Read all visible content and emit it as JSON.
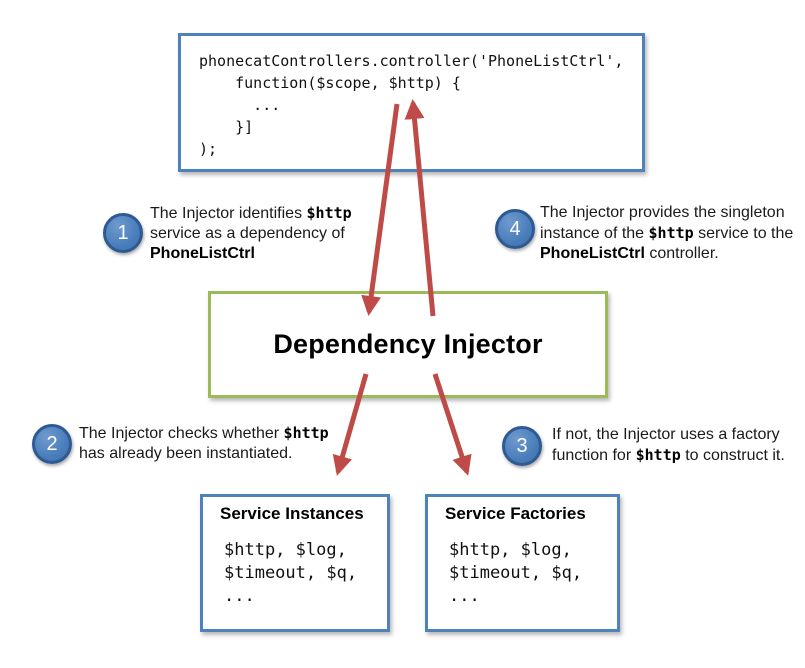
{
  "colors": {
    "box_border_blue": "#4f81bd",
    "box_border_green": "#9bbb59",
    "arrow_red": "#be4b48",
    "badge_fill": "#4a7ebb",
    "badge_border": "#2e5a94",
    "badge_text": "#ffffff"
  },
  "code_box": {
    "lines": [
      "phonecatControllers.controller('PhoneListCtrl',",
      "    function($scope, $http) {",
      "      ...",
      "    }]",
      ");"
    ]
  },
  "injector_box": {
    "title": "Dependency Injector"
  },
  "annotations": [
    {
      "number": "1",
      "lines": [
        [
          {
            "t": "The Injector identifies "
          },
          {
            "t": "$http",
            "b": 1,
            "m": 1
          }
        ],
        [
          {
            "t": "service as a dependency of"
          }
        ],
        [
          {
            "t": "PhoneListCtrl",
            "b": 1
          }
        ]
      ]
    },
    {
      "number": "2",
      "lines": [
        [
          {
            "t": "The Injector checks whether "
          },
          {
            "t": "$http",
            "b": 1,
            "m": 1
          }
        ],
        [
          {
            "t": "has already been instantiated."
          }
        ]
      ]
    },
    {
      "number": "3",
      "lines": [
        [
          {
            "t": "If not, the Injector uses a factory"
          }
        ],
        [
          {
            "t": "function for "
          },
          {
            "t": "$http",
            "b": 1,
            "m": 1
          },
          {
            "t": " to construct it."
          }
        ]
      ]
    },
    {
      "number": "4",
      "lines": [
        [
          {
            "t": "The Injector provides the singleton"
          }
        ],
        [
          {
            "t": "instance of the "
          },
          {
            "t": "$http",
            "b": 1,
            "m": 1
          },
          {
            "t": " service to the"
          }
        ],
        [
          {
            "t": "PhoneListCtrl",
            "b": 1
          },
          {
            "t": " controller."
          }
        ]
      ]
    }
  ],
  "service_boxes": [
    {
      "title": "Service Instances",
      "lines": [
        "$http, $log,",
        "$timeout, $q,",
        "..."
      ]
    },
    {
      "title": "Service Factories",
      "lines": [
        "$http, $log,",
        "$timeout, $q,",
        "..."
      ]
    }
  ]
}
